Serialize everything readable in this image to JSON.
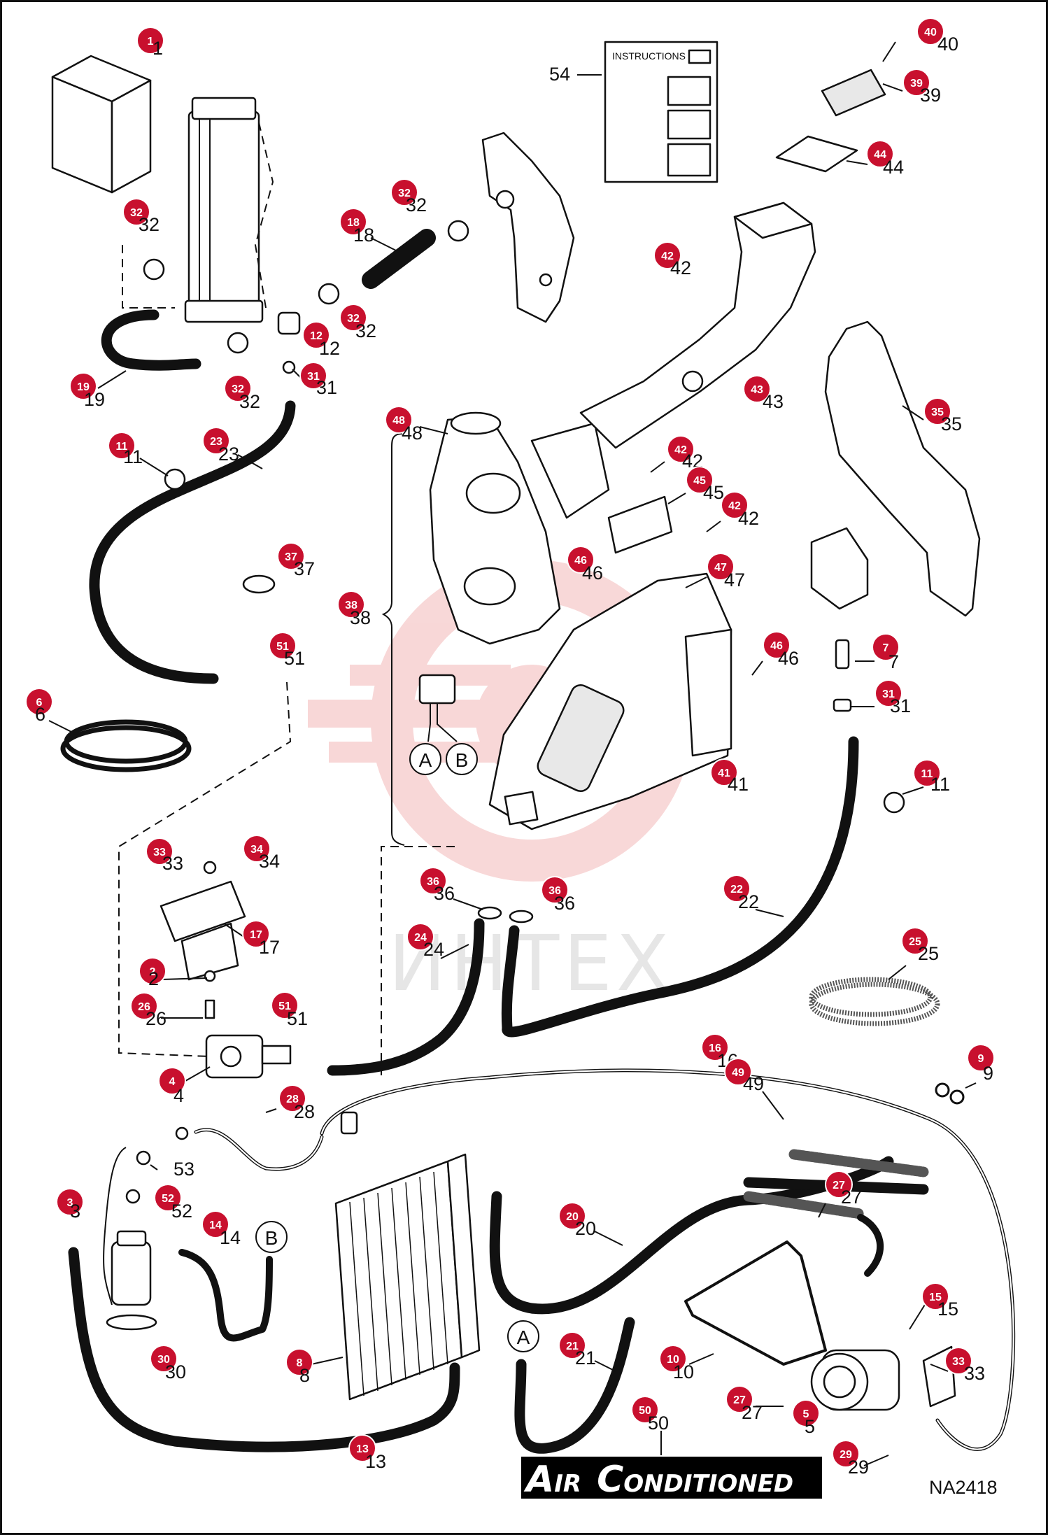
{
  "diagram": {
    "code": "NA2418",
    "banner": {
      "cap1": "A",
      "rest1": "IR",
      "cap2": "C",
      "rest2": "ONDITIONED"
    },
    "instructions_label": "INSTRUCTIONS",
    "watermark": "ИНТЕХ",
    "accent_color": "#c8102e",
    "letters": [
      "A",
      "B"
    ]
  },
  "callouts": [
    {
      "n": "1",
      "label": "1"
    },
    {
      "n": "2",
      "label": "2"
    },
    {
      "n": "3",
      "label": "3"
    },
    {
      "n": "3",
      "label": "3"
    },
    {
      "n": "4",
      "label": "4"
    },
    {
      "n": "5",
      "label": "5"
    },
    {
      "n": "6",
      "label": "6"
    },
    {
      "n": "7",
      "label": "7"
    },
    {
      "n": "8",
      "label": "8"
    },
    {
      "n": "9",
      "label": "9"
    },
    {
      "n": "10",
      "label": "10"
    },
    {
      "n": "11",
      "label": "11"
    },
    {
      "n": "11",
      "label": "11"
    },
    {
      "n": "12",
      "label": "12"
    },
    {
      "n": "13",
      "label": "13"
    },
    {
      "n": "14",
      "label": "14"
    },
    {
      "n": "15",
      "label": "15"
    },
    {
      "n": "16",
      "label": "16"
    },
    {
      "n": "17",
      "label": "17"
    },
    {
      "n": "18",
      "label": "18"
    },
    {
      "n": "19",
      "label": "19"
    },
    {
      "n": "20",
      "label": "20"
    },
    {
      "n": "21",
      "label": "21"
    },
    {
      "n": "22",
      "label": "22"
    },
    {
      "n": "23",
      "label": "23"
    },
    {
      "n": "24",
      "label": "24"
    },
    {
      "n": "25",
      "label": "25"
    },
    {
      "n": "26",
      "label": "26"
    },
    {
      "n": "27",
      "label": "27"
    },
    {
      "n": "27",
      "label": "27"
    },
    {
      "n": "28",
      "label": "28"
    },
    {
      "n": "29",
      "label": "29"
    },
    {
      "n": "30",
      "label": "30"
    },
    {
      "n": "31",
      "label": "31"
    },
    {
      "n": "31",
      "label": "31"
    },
    {
      "n": "32",
      "label": "32"
    },
    {
      "n": "32",
      "label": "32"
    },
    {
      "n": "32",
      "label": "32"
    },
    {
      "n": "32",
      "label": "32"
    },
    {
      "n": "33",
      "label": "33"
    },
    {
      "n": "33",
      "label": "33"
    },
    {
      "n": "34",
      "label": "34"
    },
    {
      "n": "35",
      "label": "35"
    },
    {
      "n": "36",
      "label": "36"
    },
    {
      "n": "36",
      "label": "36"
    },
    {
      "n": "37",
      "label": "37"
    },
    {
      "n": "38",
      "label": "38"
    },
    {
      "n": "39",
      "label": "39"
    },
    {
      "n": "40",
      "label": "40"
    },
    {
      "n": "41",
      "label": "41"
    },
    {
      "n": "42",
      "label": "42"
    },
    {
      "n": "42",
      "label": "42"
    },
    {
      "n": "42",
      "label": "42"
    },
    {
      "n": "43",
      "label": "43"
    },
    {
      "n": "44",
      "label": "44"
    },
    {
      "n": "45",
      "label": "45"
    },
    {
      "n": "46",
      "label": "46"
    },
    {
      "n": "46",
      "label": "46"
    },
    {
      "n": "47",
      "label": "47"
    },
    {
      "n": "48",
      "label": "48"
    },
    {
      "n": "49",
      "label": "49"
    },
    {
      "n": "50",
      "label": "50"
    },
    {
      "n": "51",
      "label": "51"
    },
    {
      "n": "51",
      "label": "51"
    },
    {
      "n": "52",
      "label": "52"
    },
    {
      "n": "53",
      "label": "53"
    },
    {
      "n": "54",
      "label": "54"
    }
  ]
}
